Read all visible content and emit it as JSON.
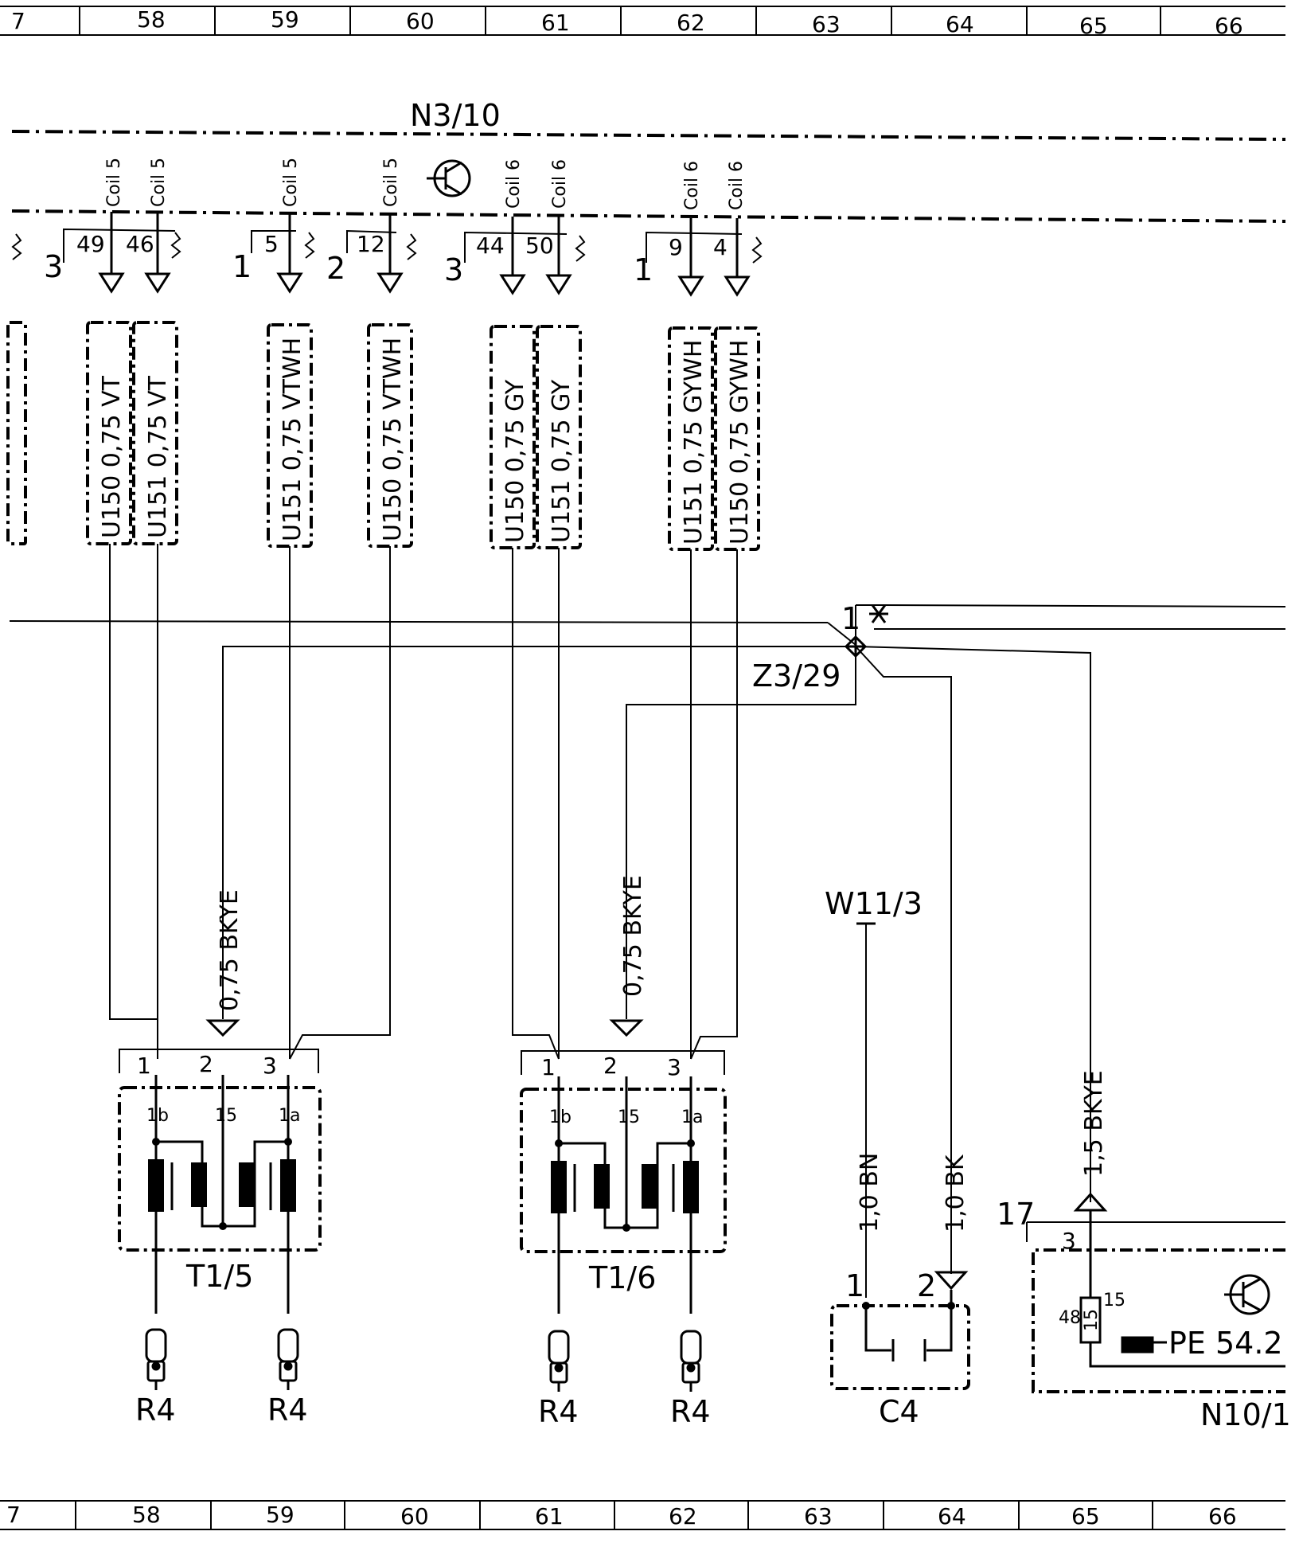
{
  "grid": {
    "top": [
      "7",
      "58",
      "59",
      "60",
      "61",
      "62",
      "63",
      "64",
      "65",
      "66"
    ],
    "bottom": [
      "7",
      "58",
      "59",
      "60",
      "61",
      "62",
      "63",
      "64",
      "65",
      "66"
    ]
  },
  "module": {
    "id": "N3/10",
    "coil5": "Coil 5",
    "coil6": "Coil 6",
    "coil_no_5": "5",
    "coil_no_6": "6"
  },
  "pins": {
    "p49": "49",
    "p46": "46",
    "p5": "5",
    "p12": "12",
    "p44": "44",
    "p50": "50",
    "p9": "9",
    "p4": "4",
    "g3a": "3",
    "g1a": "1",
    "g2": "2",
    "g3b": "3",
    "g1b": "1"
  },
  "wires": {
    "w1": "U150   0,75 VT",
    "w2": "U151   0,75 VT",
    "w3": "U151  0,75 VTWH",
    "w4": "U150  0,75 VTWH",
    "w5": "U150   0,75 GY",
    "w6": "U151   0,75 GY",
    "w7": "U151  0,75 GYWH",
    "w8": "U150  0,75 GYWH",
    "ground_a": "0,75  BKYE",
    "ground_b": "0,75  BKYE",
    "c4_bn": "1,0  BN",
    "c4_bk": "1,0  BK",
    "n10_bkye": "1,5  BKYE"
  },
  "splice": {
    "id": "Z3/29",
    "pin": "1"
  },
  "ground_point": "W11/3",
  "coils": {
    "t15": {
      "name": "T1/5",
      "pins": [
        "1",
        "2",
        "3"
      ],
      "terms": [
        "1b",
        "15",
        "1a"
      ]
    },
    "t16": {
      "name": "T1/6",
      "pins": [
        "1",
        "2",
        "3"
      ],
      "terms": [
        "1b",
        "15",
        "1a"
      ]
    }
  },
  "plugs": [
    "R4",
    "R4",
    "R4",
    "R4"
  ],
  "capacitor": {
    "name": "C4",
    "pin1": "1",
    "pin2": "2"
  },
  "n10": {
    "name": "N10/1",
    "wire_no": "17",
    "pin": "3",
    "fuse_left": "48",
    "fuse_label": "15",
    "fuse_right": "15",
    "ref": "PE  54.2"
  }
}
